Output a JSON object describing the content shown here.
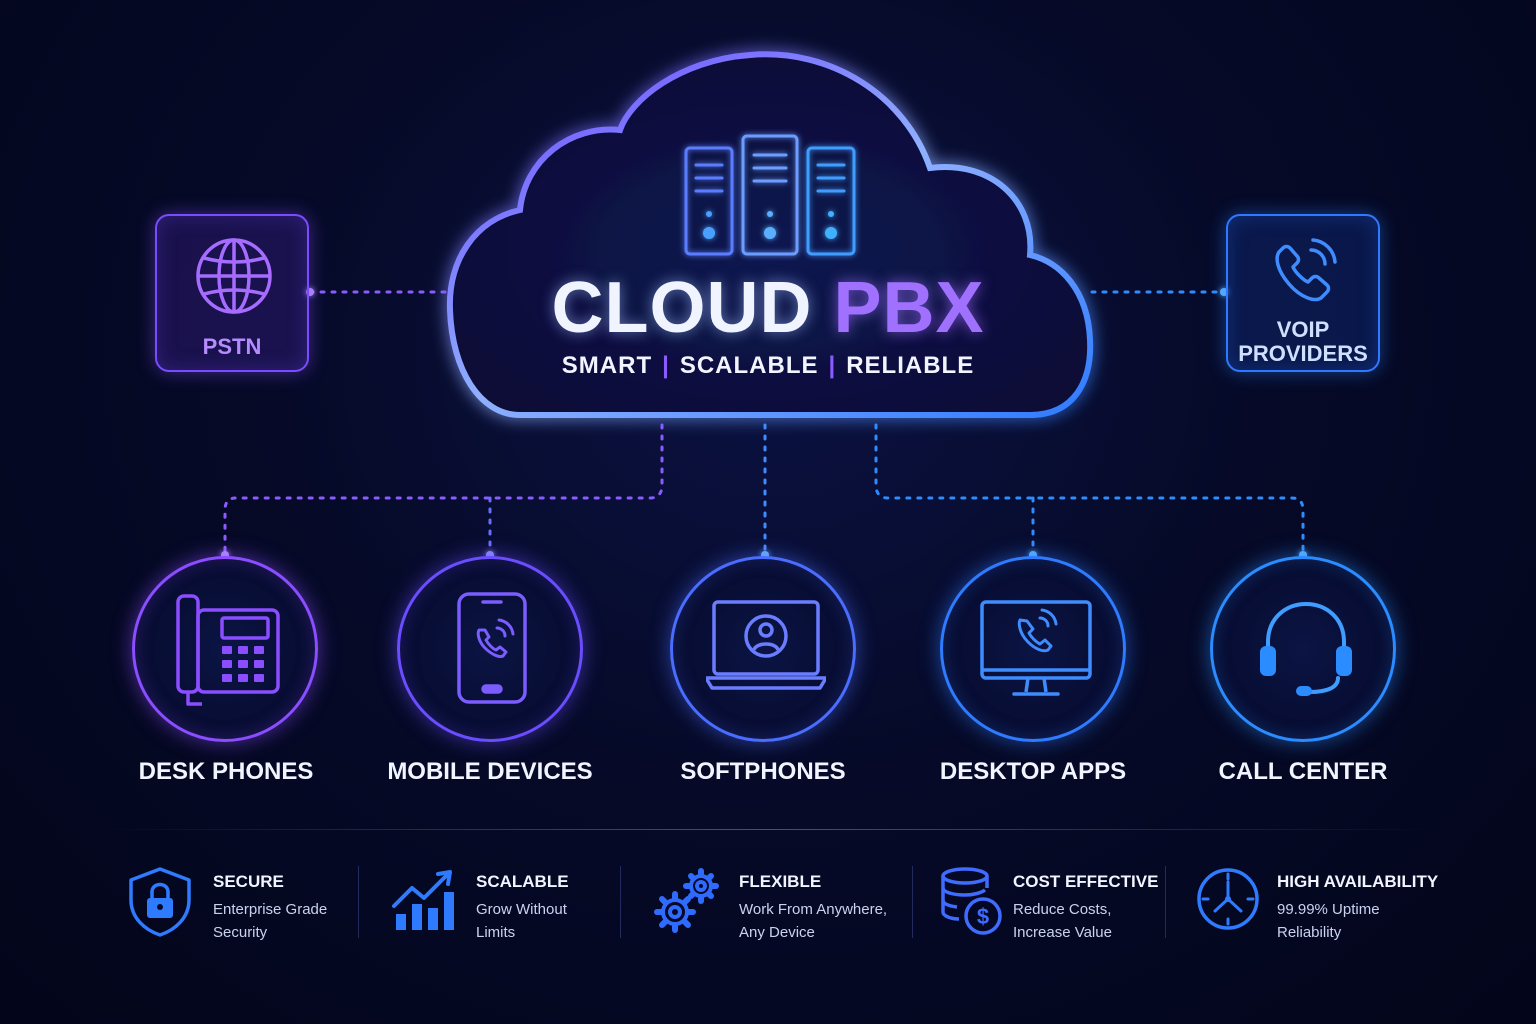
{
  "cloud": {
    "title_part1": "CLOUD",
    "title_part2": "PBX",
    "subtitle_items": [
      "SMART",
      "SCALABLE",
      "RELIABLE"
    ],
    "icon": "server-rack-icon"
  },
  "left_node": {
    "label": "PSTN",
    "icon": "globe-icon"
  },
  "right_node": {
    "label_line1": "VOIP",
    "label_line2": "PROVIDERS",
    "icon": "phone-call-icon"
  },
  "devices": [
    {
      "label": "DESK PHONES",
      "icon": "desk-phone-icon",
      "color": "#8a4dff"
    },
    {
      "label": "MOBILE DEVICES",
      "icon": "mobile-phone-icon",
      "color": "#6a4dff"
    },
    {
      "label": "SOFTPHONES",
      "icon": "laptop-user-icon",
      "color": "#4a6dff"
    },
    {
      "label": "DESKTOP APPS",
      "icon": "monitor-call-icon",
      "color": "#2f7bff"
    },
    {
      "label": "CALL CENTER",
      "icon": "headset-icon",
      "color": "#2a8cff"
    }
  ],
  "features": [
    {
      "title": "SECURE",
      "line1": "Enterprise Grade",
      "line2": "Security",
      "icon": "shield-lock-icon"
    },
    {
      "title": "SCALABLE",
      "line1": "Grow Without",
      "line2": "Limits",
      "icon": "growth-chart-icon"
    },
    {
      "title": "FLEXIBLE",
      "line1": "Work From Anywhere,",
      "line2": "Any Device",
      "icon": "gears-icon"
    },
    {
      "title": "COST EFFECTIVE",
      "line1": "Reduce Costs,",
      "line2": "Increase Value",
      "icon": "coins-dollar-icon"
    },
    {
      "title": "HIGH AVAILABILITY",
      "line1": "99.99% Uptime",
      "line2": "Reliability",
      "icon": "clock-icon"
    }
  ],
  "colors": {
    "purple": "#8a4dff",
    "blue": "#2f7bff",
    "background": "#050a26"
  }
}
